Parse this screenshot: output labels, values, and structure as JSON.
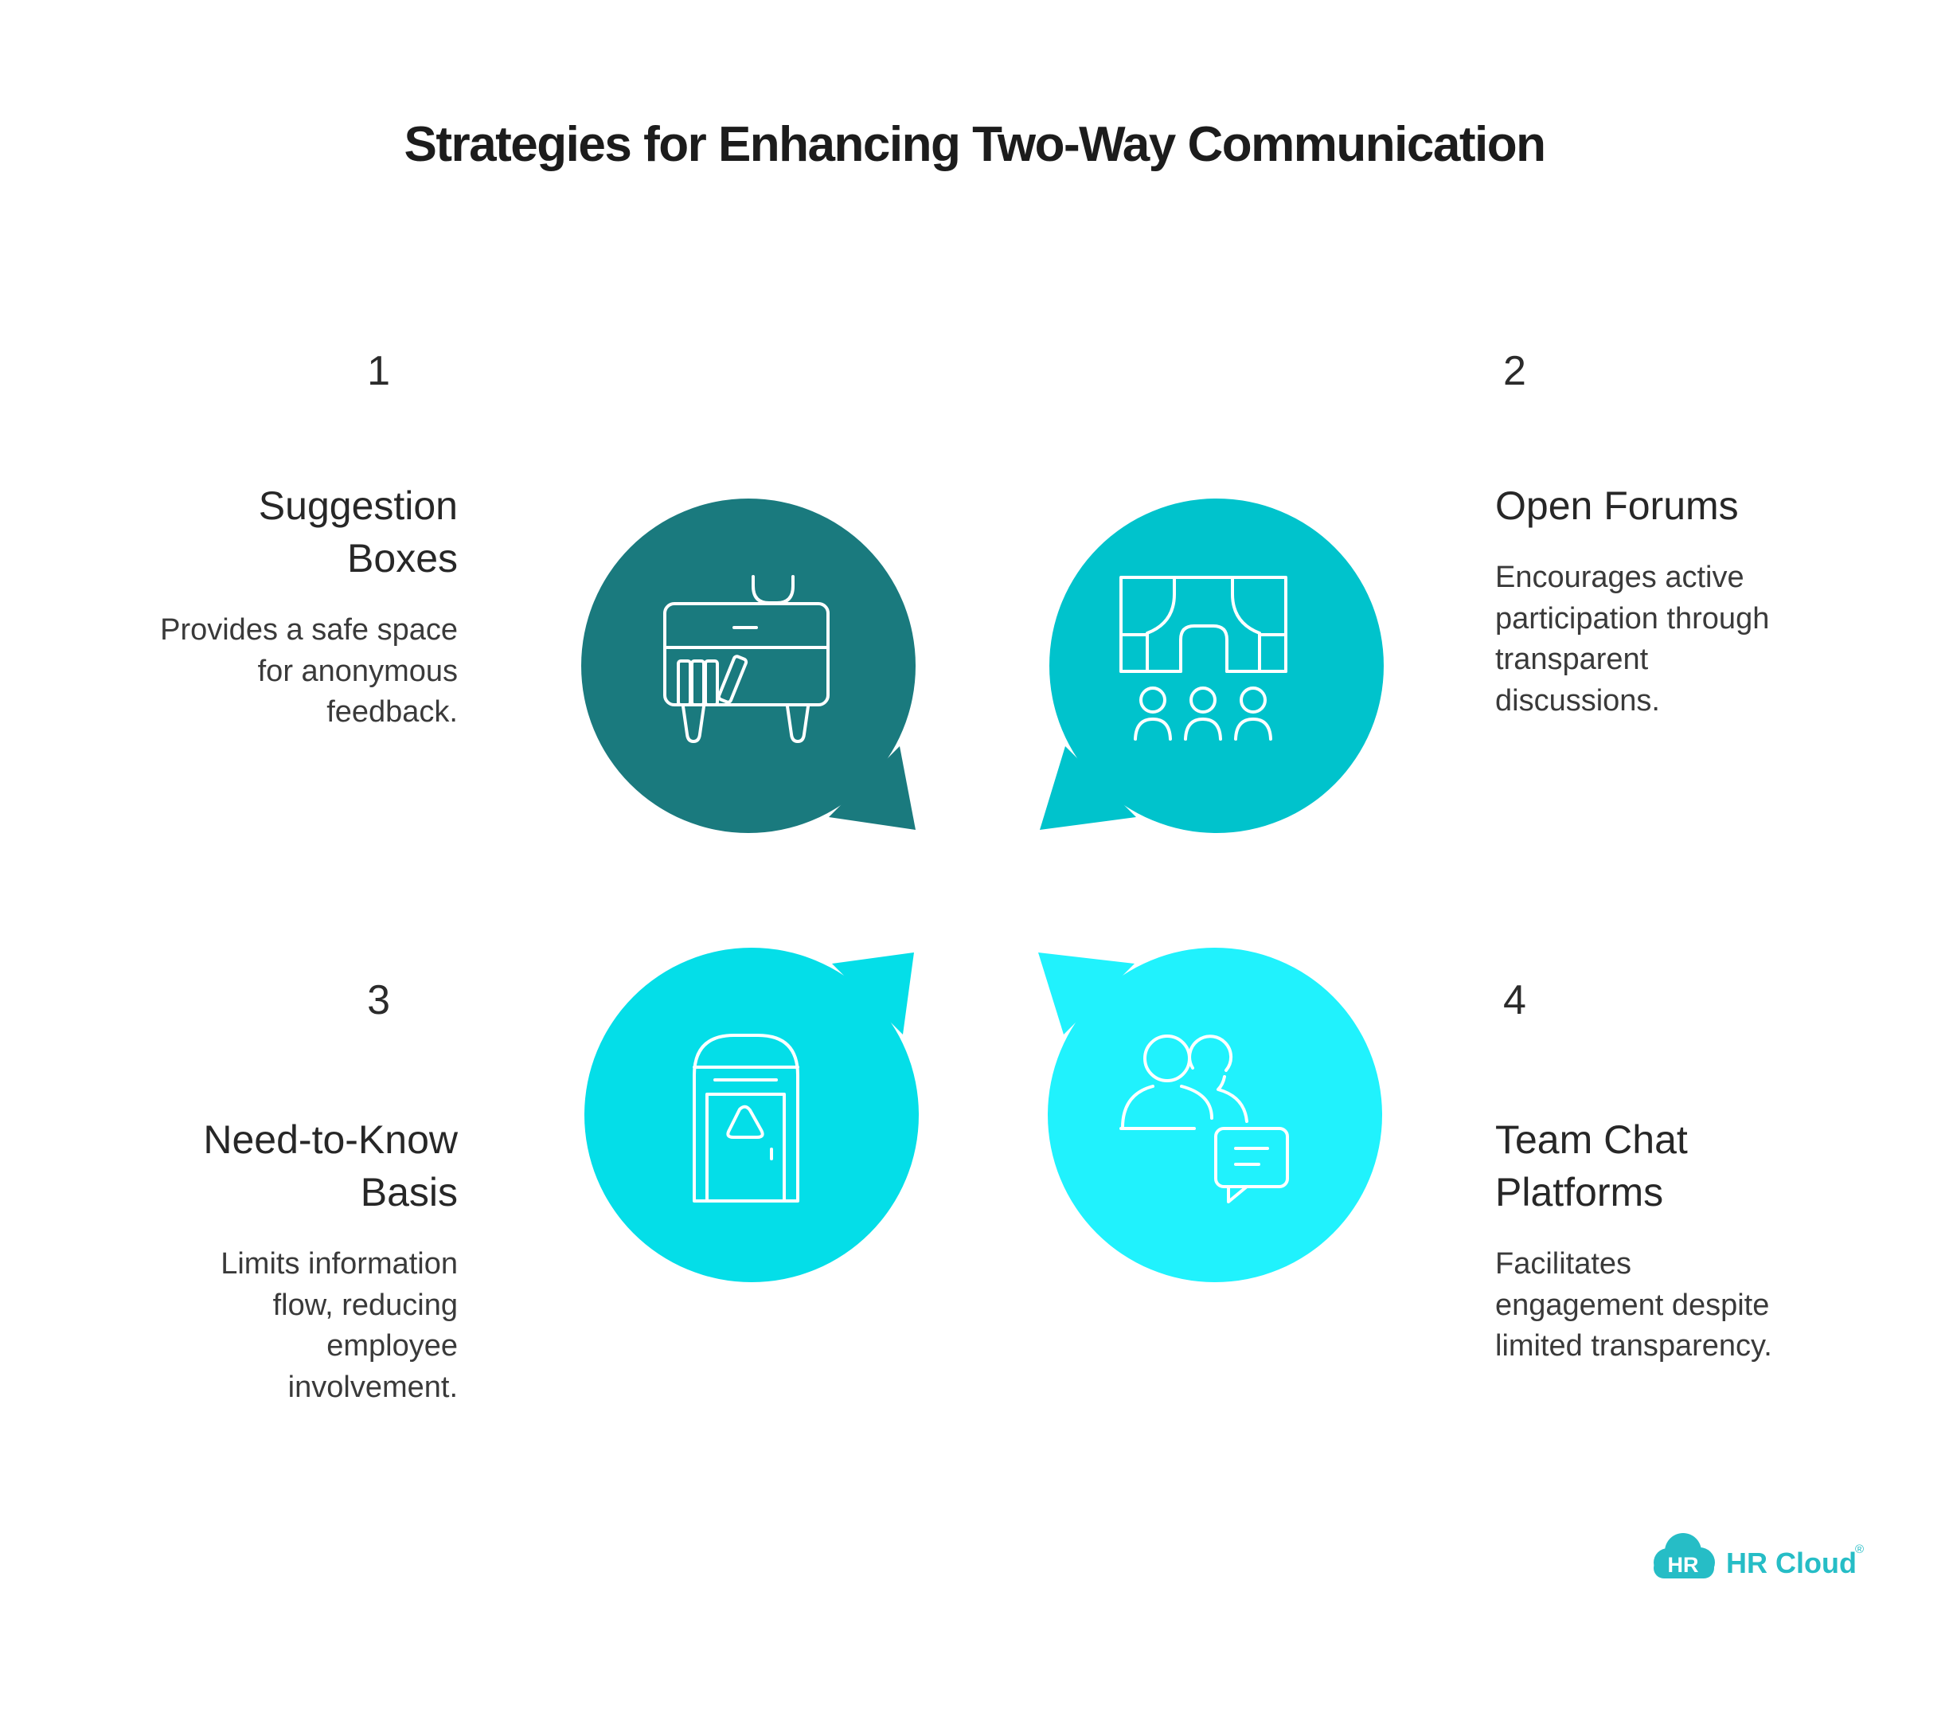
{
  "title": "Strategies for Enhancing Two-Way Communication",
  "colors": {
    "bubble1": "#1A7A7E",
    "bubble2": "#00C3CC",
    "bubble3": "#04DEE8",
    "bubble4": "#20F2FD",
    "logo": "#26BDC6",
    "text_dark": "#1c1c1c"
  },
  "items": [
    {
      "number": "1",
      "heading": "Suggestion\nBoxes",
      "body": "Provides a safe space\nfor anonymous\nfeedback.",
      "icon": "suggestion-desk-icon"
    },
    {
      "number": "2",
      "heading": "Open Forums",
      "body": "Encourages active\nparticipation through\ntransparent\ndiscussions.",
      "icon": "forum-stage-icon"
    },
    {
      "number": "3",
      "heading": "Need-to-Know\nBasis",
      "body": "Limits information\nflow, reducing\nemployee\ninvolvement.",
      "icon": "suggestion-mailbox-icon"
    },
    {
      "number": "4",
      "heading": "Team Chat\nPlatforms",
      "body": "Facilitates\nengagement despite\nlimited transparency.",
      "icon": "team-chat-icon"
    }
  ],
  "logo": {
    "badge": "HR",
    "brand": "HR Cloud",
    "registered": "®"
  }
}
